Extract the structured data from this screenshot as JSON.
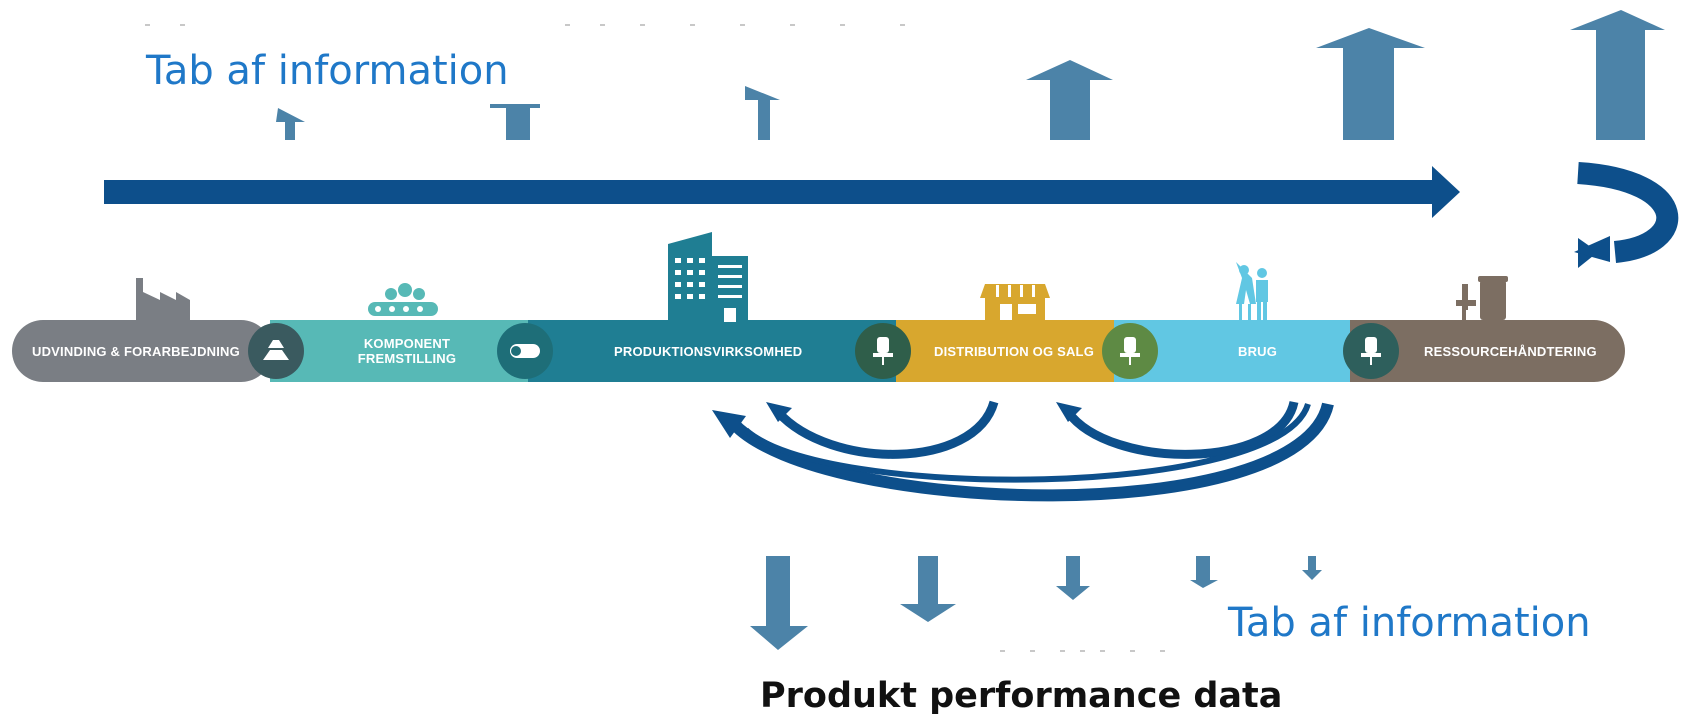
{
  "top_label": "Tab af information",
  "bottom_label": "Tab af information",
  "bottom_title": "Produkt performance data",
  "stages": [
    {
      "label": "UDVINDING & FORARBEJDNING",
      "color": "#7a7e84"
    },
    {
      "label": "KOMPONENT",
      "label2": "FREMSTILLING",
      "color": "#57b9b6"
    },
    {
      "label": "PRODUKTIONSVIRKSOMHED",
      "color": "#1f7e93"
    },
    {
      "label": "DISTRIBUTION OG SALG",
      "color": "#d8a72e"
    },
    {
      "label": "BRUG",
      "color": "#61c7e3"
    },
    {
      "label": "RESSOURCEHÅNDTERING",
      "color": "#7c6e62"
    }
  ],
  "colors": {
    "arrow_blue": "#0d4f8b",
    "info_arrow": "#4c83a8",
    "label_blue": "#1f78c8",
    "node_dark": "#2f5e5a"
  },
  "icons": [
    "factory-icon",
    "ingots-icon",
    "conveyor-icon",
    "pipes-icon",
    "building-icon",
    "chair-icon",
    "store-icon",
    "people-icon",
    "recycle-bin-icon"
  ]
}
